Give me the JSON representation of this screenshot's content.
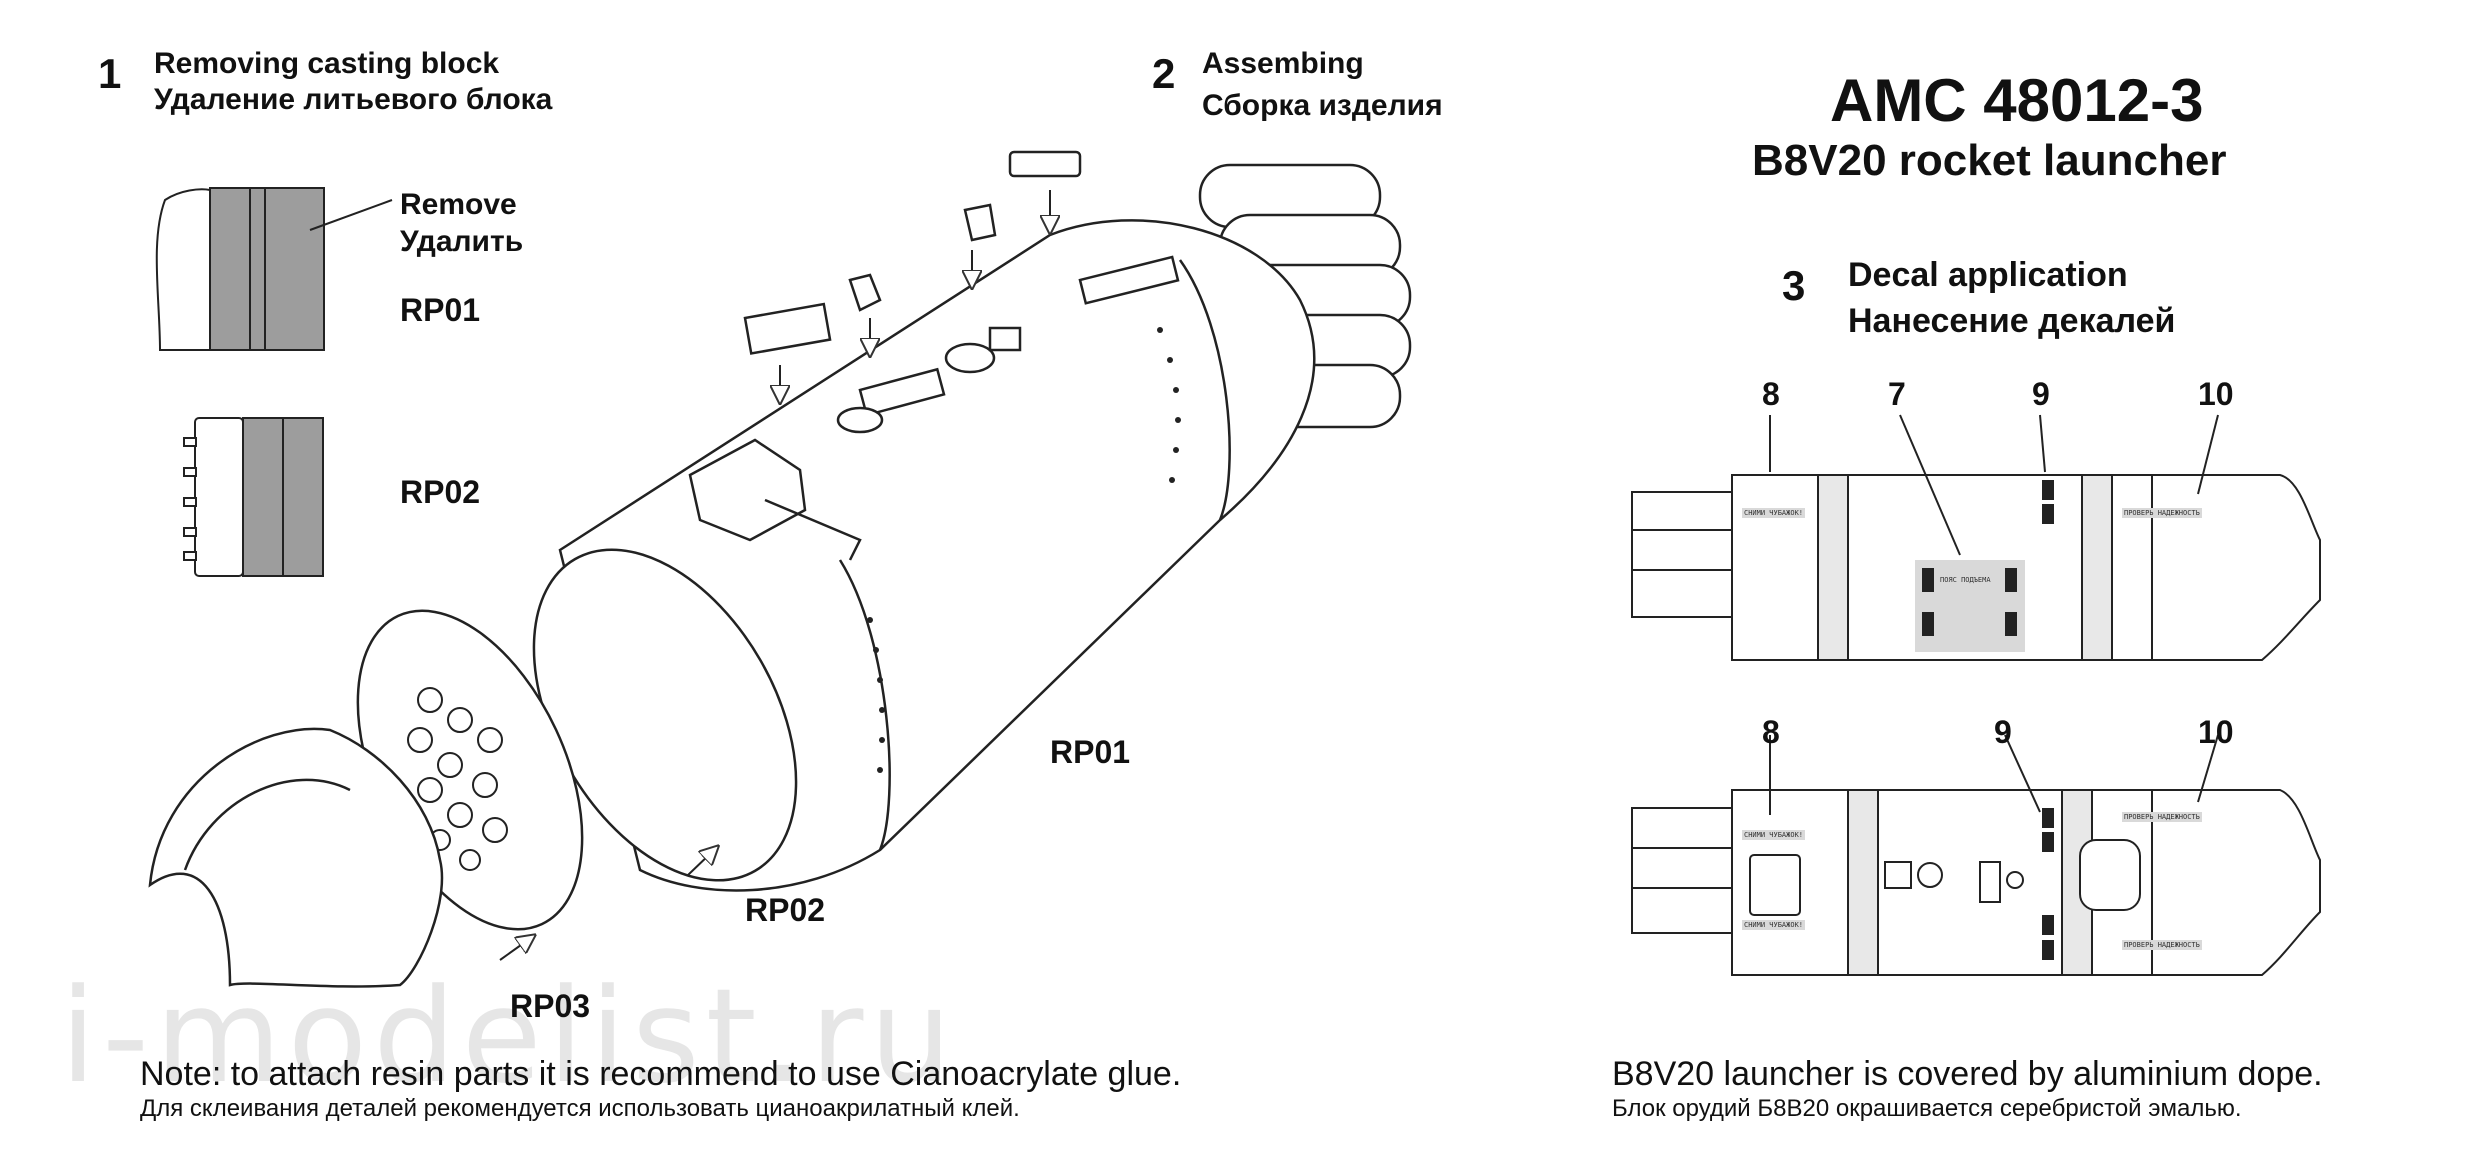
{
  "header": {
    "title_code": "AMC 48012-3",
    "title_name": "B8V20 rocket launcher"
  },
  "step1": {
    "number": "1",
    "line1": "Removing casting block",
    "line2": "Удаление литьевого блока",
    "remove_en": "Remove",
    "remove_ru": "Удалить",
    "part_a": "RP01",
    "part_b": "RP02"
  },
  "step2": {
    "number": "2",
    "line1": "Assembing",
    "line2": "Сборка изделия",
    "labels": [
      "RP01",
      "RP02",
      "RP03"
    ]
  },
  "step3": {
    "number": "3",
    "line1": "Decal application",
    "line2": "Нанесение декалей",
    "top_callouts": [
      "8",
      "7",
      "9",
      "10"
    ],
    "bottom_callouts": [
      "8",
      "9",
      "10"
    ]
  },
  "notes": {
    "glue_en": "Note: to attach resin parts it is recommend to use Cianoacrylate glue.",
    "glue_ru": "Для склеивания деталей рекомендуется использовать цианоакрилатный клей.",
    "paint_en": "B8V20 launcher is covered by aluminium dope.",
    "paint_ru": "Блок орудий Б8В20 окрашивается серебристой эмалью."
  },
  "watermark": "i-modelist.ru"
}
